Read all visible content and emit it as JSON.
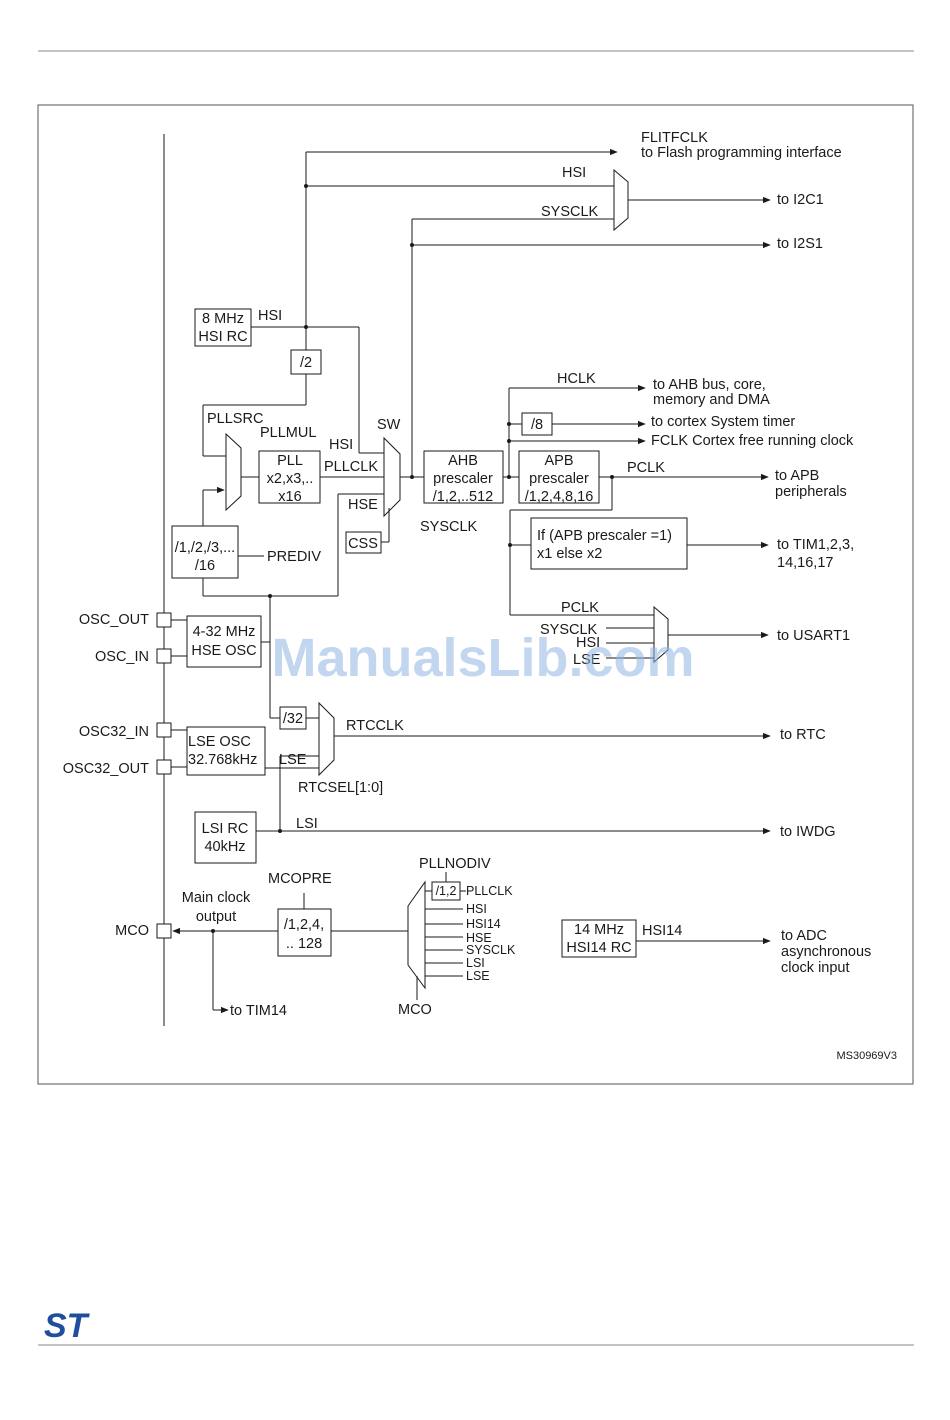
{
  "diagram": {
    "flitfclk": "FLITFCLK",
    "flash_dest": "to Flash programming interface",
    "hsi": "HSI",
    "sysclk": "SYSCLK",
    "to_i2c1": "to I2C1",
    "to_i2s1": "to I2S1",
    "hsi_rc_line1": "8 MHz",
    "hsi_rc_line2": "HSI RC",
    "div2": "/2",
    "pllsrc": "PLLSRC",
    "pllmul": "PLLMUL",
    "pll_line1": "PLL",
    "pll_line2": "x2,x3,..",
    "pll_line3": "x16",
    "pllclk": "PLLCLK",
    "sw": "SW",
    "hse": "HSE",
    "css": "CSS",
    "ahb_line1": "AHB",
    "ahb_line2": "prescaler",
    "ahb_line3": "/1,2,..512",
    "apb_line1": "APB",
    "apb_line2": "prescaler",
    "apb_line3": "/1,2,4,8,16",
    "hclk": "HCLK",
    "ahb_dest_line1": "to AHB bus, core,",
    "ahb_dest_line2": "memory and DMA",
    "div8": "/8",
    "systick_dest": "to cortex System timer",
    "fclk_dest": "FCLK Cortex free running clock",
    "pclk": "PCLK",
    "apb_dest_line1": "to APB",
    "apb_dest_line2": "peripherals",
    "prediv_line1": "/1,/2,/3,...",
    "prediv_line2": "/16",
    "prediv": "PREDIV",
    "tim_mult_line1": "If (APB prescaler =1)",
    "tim_mult_line2": "x1 else x2",
    "tim_dest_line1": "to TIM1,2,3,",
    "tim_dest_line2": "14,16,17",
    "usart_in_pclk": "PCLK",
    "usart_in_sysclk": "SYSCLK",
    "usart_in_hsi": "HSI",
    "usart_in_lse": "LSE",
    "to_usart1": "to USART1",
    "osc_out": "OSC_OUT",
    "osc_in": "OSC_IN",
    "hse_osc_line1": "4-32 MHz",
    "hse_osc_line2": "HSE OSC",
    "osc32_in": "OSC32_IN",
    "osc32_out": "OSC32_OUT",
    "lse_osc_line1": "LSE OSC",
    "lse_osc_line2": "32.768kHz",
    "div32": "/32",
    "rtcclk": "RTCCLK",
    "lse": "LSE",
    "rtcsel": "RTCSEL[1:0]",
    "to_rtc": "to RTC",
    "lsi_rc_line1": "LSI RC",
    "lsi_rc_line2": "40kHz",
    "lsi": "LSI",
    "to_iwdg": "to IWDG",
    "pllnodiv": "PLLNODIV",
    "mcopre": "MCOPRE",
    "main_clock_line1": "Main clock",
    "main_clock_line2": "output",
    "mco": "MCO",
    "mcopre_box_line1": "/1,2,4,",
    "mcopre_box_line2": ".. 128",
    "div12": "/1,2",
    "mco_in_pllclk": "PLLCLK",
    "mco_in_hsi": "HSI",
    "mco_in_hsi14": "HSI14",
    "mco_in_hse": "HSE",
    "mco_in_sysclk": "SYSCLK",
    "mco_in_lsi": "LSI",
    "mco_in_lse": "LSE",
    "mco_sel": "MCO",
    "to_tim14": "to TIM14",
    "hsi14_rc_line1": "14 MHz",
    "hsi14_rc_line2": "HSI14 RC",
    "hsi14": "HSI14",
    "adc_dest_line1": "to ADC",
    "adc_dest_line2": "asynchronous",
    "adc_dest_line3": "clock input",
    "figure_id": "MS30969V3"
  },
  "watermark": "ManualsLib.com",
  "logo": "ST",
  "colors": {
    "ink": "#1a1a1a",
    "logo": "#1f4f9c",
    "watermark": "#8fb4e3",
    "rule": "#888888"
  }
}
